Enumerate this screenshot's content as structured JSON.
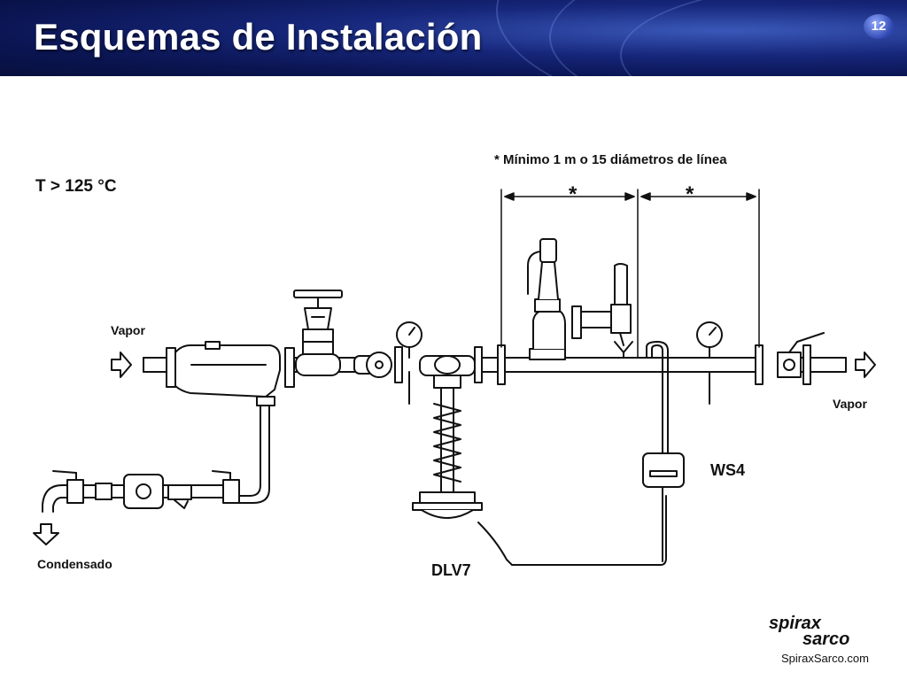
{
  "slide": {
    "title": "Esquemas de Instalación",
    "page_number": "12"
  },
  "diagram": {
    "condition_label": "T > 125 °C",
    "note": "* Mínimo 1 m o 15 diámetros de línea",
    "dimension_marks": [
      "*",
      "*"
    ],
    "steam_inlet_label": "Vapor",
    "steam_outlet_label": "Vapor",
    "condensate_label": "Condensado",
    "pressure_sensor_label": "WS4",
    "valve_label": "DLV7"
  },
  "footer": {
    "logo_line1": "spirax",
    "logo_line2": "sarco",
    "website": "SpiraxSarco.com"
  },
  "colors": {
    "header_dark": "#0a1450",
    "header_light": "#3a58b8",
    "line": "#111111"
  }
}
